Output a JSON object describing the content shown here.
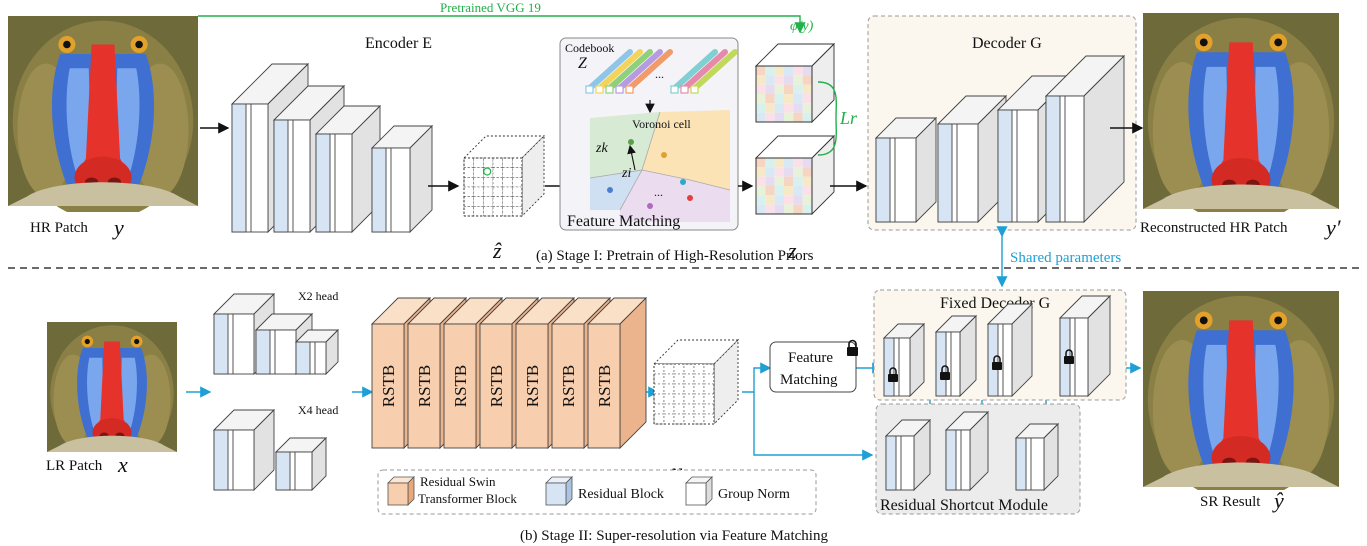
{
  "top_label": "Pretrained VGG 19",
  "phi_label": "φ(y)",
  "stage1": {
    "encoder_title": "Encoder E",
    "codebook_label": "Codebook",
    "codebook_symbol": "Z",
    "voronoi_label": "Voronoi cell",
    "zk_label": "zk",
    "zi_label": "zi",
    "feature_matching_label": "Feature Matching",
    "zhat_label": "ẑ",
    "z_label": "z",
    "loss_label": "Lr",
    "decoder_title": "Decoder G",
    "hr_patch_label": "HR Patch",
    "hr_patch_symbol": "y",
    "reconstructed_label": "Reconstructed HR Patch",
    "reconstructed_symbol": "y′",
    "caption": "(a) Stage I: Pretrain of High-Resolution Priors",
    "shared_params": "Shared parameters"
  },
  "stage2": {
    "x2_head": "X2 head",
    "x4_head": "X4 head",
    "rstb_labels": [
      "RSTB",
      "RSTB",
      "RSTB",
      "RSTB",
      "RSTB",
      "RSTB",
      "RSTB"
    ],
    "zl_label": "ẑl",
    "feature_matching_label_1": "Feature",
    "feature_matching_label_2": "Matching",
    "fixed_decoder_title": "Fixed Decoder G",
    "residual_shortcut_label": "Residual Shortcut Module",
    "lr_patch_label": "LR Patch",
    "lr_patch_symbol": "x",
    "sr_result_label": "SR Result",
    "sr_result_symbol": "ŷ",
    "caption": "(b) Stage II: Super-resolution via Feature Matching"
  },
  "legend": {
    "rstb_1": "Residual Swin",
    "rstb_2": "Transformer Block",
    "residual_block": "Residual Block",
    "group_norm": "Group Norm"
  },
  "colors": {
    "blue_block": "#d6e4f3",
    "rstb_fill": "#f7cfae",
    "green": "#22b04a",
    "cyan": "#1e9fd6"
  }
}
